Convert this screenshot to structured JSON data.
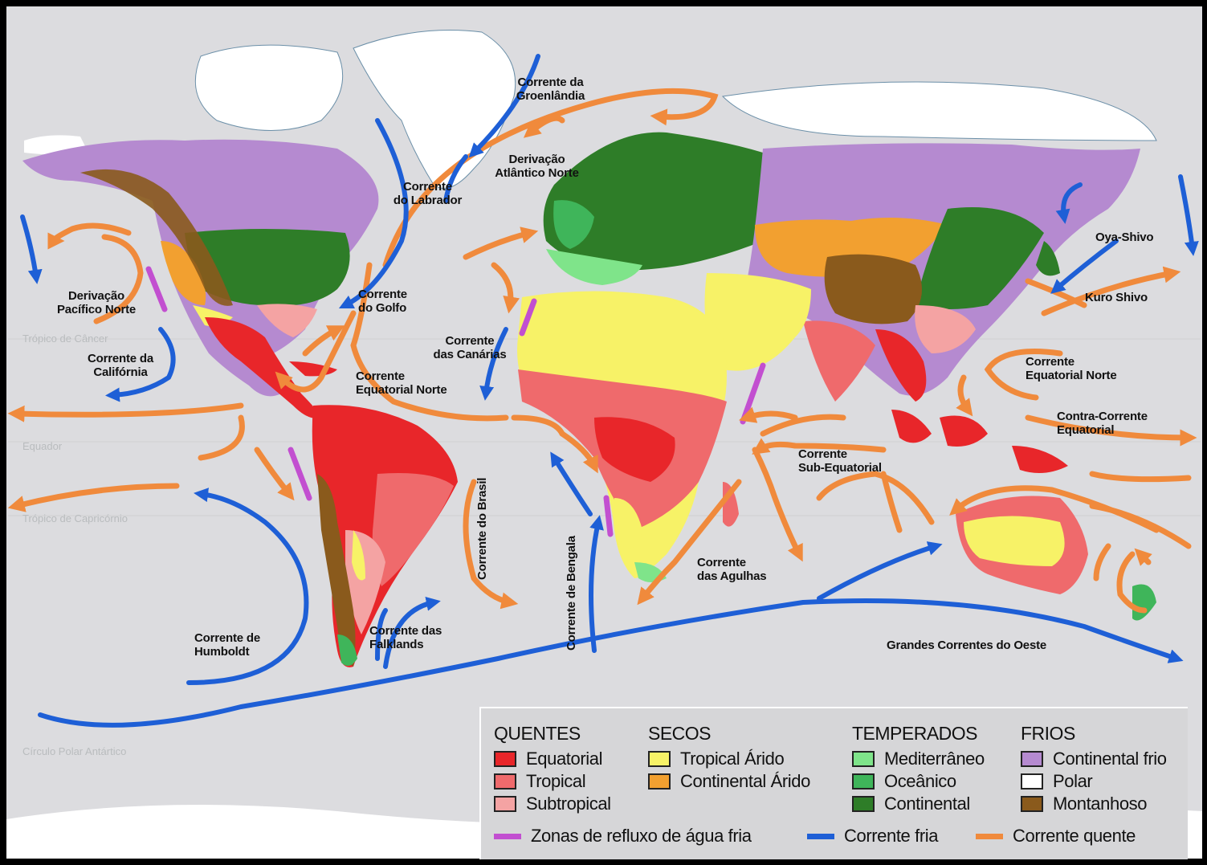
{
  "colors": {
    "ocean": "#dcdcdf",
    "cold_current": "#1e5fd6",
    "warm_current": "#f08a3c",
    "cold_upwelling": "#c24fd0",
    "equatorial": "#e8262a",
    "tropical": "#ef6a6c",
    "subtropical": "#f4a3a3",
    "tropical_arid": "#f7f267",
    "continental_arid": "#f2a030",
    "mediterranean": "#7fe48a",
    "oceanic": "#3fb55a",
    "continental": "#2e7d28",
    "continental_cold": "#b58ad0",
    "polar": "#ffffff",
    "mountain": "#8a5a1c"
  },
  "labels": {
    "groenlandia": "Corrente da\nGroenlândia",
    "atlantico_norte": "Derivação\nAtlântico Norte",
    "labrador": "Corrente\ndo Labrador",
    "pacifico_norte": "Derivação\nPacífico Norte",
    "golfo": "Corrente\ndo Golfo",
    "california": "Corrente da\nCalifórnia",
    "canarias": "Corrente\ndas Canárias",
    "equatorial_norte_atl": "Corrente\nEquatorial Norte",
    "oya_shivo": "Oya-Shivo",
    "kuro_shivo": "Kuro Shivo",
    "equatorial_norte_pac": "Corrente\nEquatorial Norte",
    "contra_corrente": "Contra-Corrente\nEquatorial",
    "sub_equatorial": "Corrente\nSub-Equatorial",
    "brasil": "Corrente do Brasil",
    "bengala": "Corrente de Bengala",
    "agulhas": "Corrente\ndas Agulhas",
    "humboldt": "Corrente de\nHumboldt",
    "falklands": "Corrente das\nFalklands",
    "grandes_oeste": "Grandes Correntes do Oeste"
  },
  "faint_labels": {
    "cancer": "Trópico de Câncer",
    "equador": "Equador",
    "capricornio": "Trópico de Capricórnio",
    "circulo_antartico": "Círculo Polar Antártico"
  },
  "legend": {
    "groups": [
      {
        "title": "QUENTES",
        "items": [
          {
            "label": "Equatorial",
            "color": "#e8262a"
          },
          {
            "label": "Tropical",
            "color": "#ef6a6c"
          },
          {
            "label": "Subtropical",
            "color": "#f4a3a3"
          }
        ]
      },
      {
        "title": "SECOS",
        "items": [
          {
            "label": "Tropical Árido",
            "color": "#f7f267"
          },
          {
            "label": "Continental Árido",
            "color": "#f2a030"
          }
        ]
      },
      {
        "title": "TEMPERADOS",
        "items": [
          {
            "label": "Mediterrâneo",
            "color": "#7fe48a"
          },
          {
            "label": "Oceânico",
            "color": "#3fb55a"
          },
          {
            "label": "Continental",
            "color": "#2e7d28"
          }
        ]
      },
      {
        "title": "FRIOS",
        "items": [
          {
            "label": "Continental frio",
            "color": "#b58ad0"
          },
          {
            "label": "Polar",
            "color": "#ffffff"
          },
          {
            "label": "Montanhoso",
            "color": "#8a5a1c"
          }
        ]
      }
    ],
    "lines": [
      {
        "label": "Zonas de refluxo de água fria",
        "color": "#c24fd0"
      },
      {
        "label": "Corrente fria",
        "color": "#1e5fd6"
      },
      {
        "label": "Corrente quente",
        "color": "#f08a3c"
      }
    ]
  }
}
